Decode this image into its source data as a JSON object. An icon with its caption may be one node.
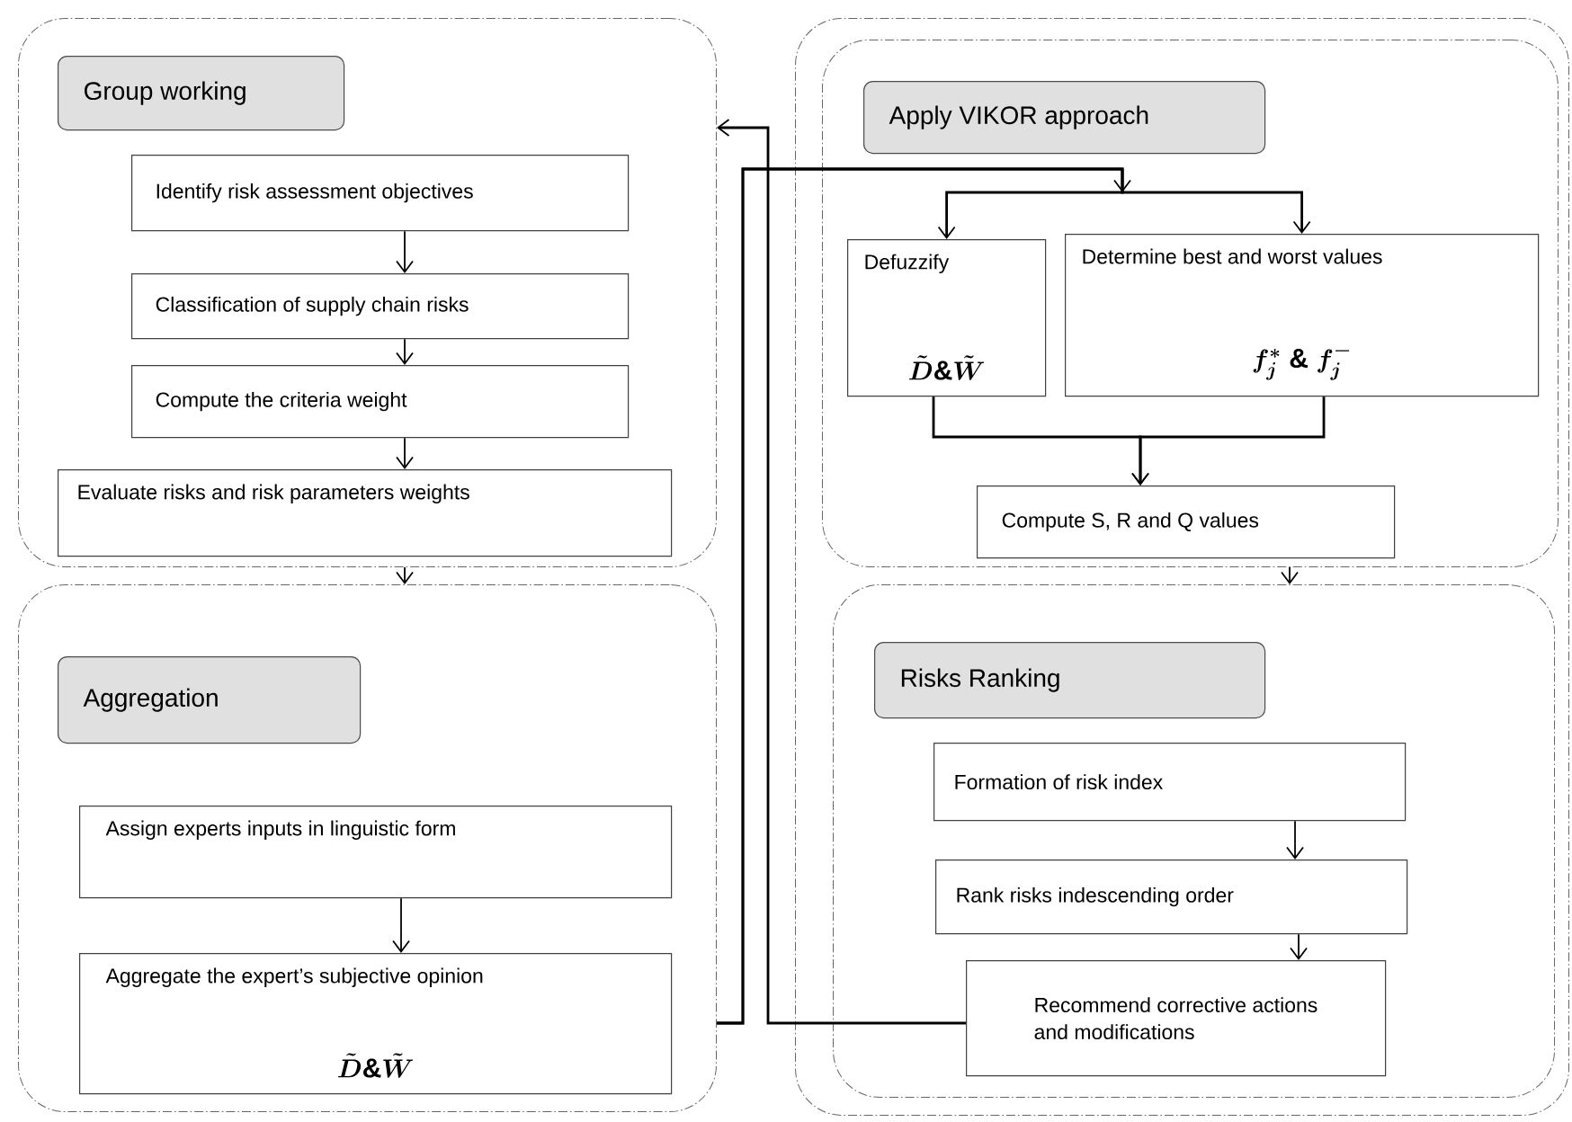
{
  "diagram": {
    "nodes": [
      {
        "text": [
          "Group working"
        ]
      },
      {
        "text": [
          "Identify risk assessment objectives"
        ],
        "in": 0
      },
      {
        "text": [
          "Classification of supply chain risks"
        ],
        "in": 0
      },
      {
        "text": [
          "Compute the criteria weight"
        ],
        "in": 0
      },
      {
        "text": [
          "Evaluate risks and risk parameters weights"
        ],
        "in": 0
      },
      {
        "text": [
          "Aggregation"
        ]
      },
      {
        "text": [
          "Assign experts inputs in linguistic form"
        ],
        "in": 5
      },
      {
        "text": [
          "Aggregate the expert’s subjective opinion",
          "\\tilde{D}\\&\\tilde{W}"
        ],
        "in": 5
      },
      {
        "text": [],
        "shape": "box"
      },
      {
        "text": [
          "Apply VIKOR approach"
        ],
        "in": 8
      },
      {
        "text": [
          "Defuzzify",
          "\\tilde{D}\\&\\tilde{W}"
        ],
        "in": 9
      },
      {
        "text": [
          "Determine best and worst values",
          "f_j^{*}\\ \\&\\ f_j^{-}"
        ],
        "in": 9
      },
      {
        "text": [
          "Compute S, R and Q values"
        ],
        "in": 9
      },
      {
        "text": [
          "Risks Ranking"
        ],
        "in": 8
      },
      {
        "text": [
          "Formation of risk index"
        ],
        "in": 13
      },
      {
        "text": [
          "Rank risks indescending order"
        ],
        "in": 13
      },
      {
        "text": [
          "Recommend corrective actions and modifications"
        ],
        "in": 13
      }
    ],
    "edges": [
      {
        "from": 1,
        "to": 2,
        "arrow": "to"
      },
      {
        "from": 2,
        "to": 3,
        "arrow": "to"
      },
      {
        "from": 3,
        "to": 4,
        "arrow": "to"
      },
      {
        "from": 0,
        "to": 5,
        "arrow": "to"
      },
      {
        "from": 6,
        "to": 7,
        "arrow": "to"
      },
      {
        "from": 5,
        "to": 10,
        "arrow": "to"
      },
      {
        "from": 5,
        "to": 11,
        "arrow": "to"
      },
      {
        "from": 10,
        "to": 12,
        "arrow": "to"
      },
      {
        "from": 11,
        "to": 12,
        "arrow": "to"
      },
      {
        "from": 9,
        "to": 13,
        "arrow": "to"
      },
      {
        "from": 14,
        "to": 15,
        "arrow": "to"
      },
      {
        "from": 15,
        "to": 16,
        "arrow": "to"
      },
      {
        "from": 16,
        "to": 0,
        "arrow": "to"
      }
    ]
  }
}
